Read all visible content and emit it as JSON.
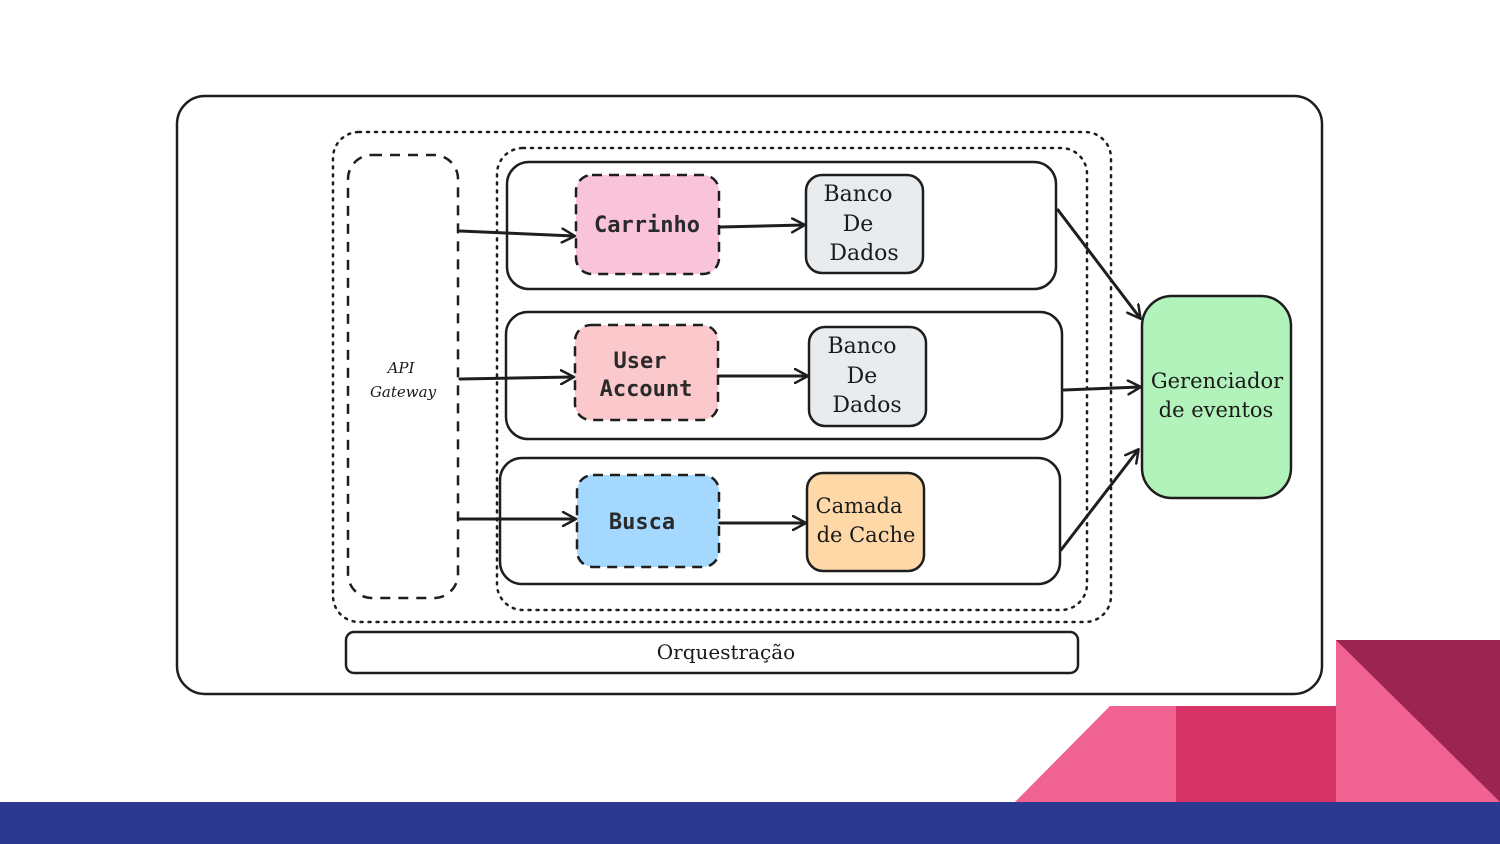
{
  "diagram": {
    "api_gateway": {
      "line1": "API",
      "line2": "Gateway"
    },
    "services": [
      {
        "label": "Carrinho",
        "color": "#f9c4da"
      },
      {
        "line1": "User",
        "line2": "Account",
        "color": "#fbc9cb"
      },
      {
        "label": "Busca",
        "color": "#a5d8ff"
      }
    ],
    "stores": [
      {
        "line1": "Banco",
        "line2": "De",
        "line3": "Dados",
        "color": "#e9ecef"
      },
      {
        "line1": "Banco",
        "line2": "De",
        "line3": "Dados",
        "color": "#e9ecef"
      },
      {
        "line1": "Camada",
        "line2": "de Cache",
        "color": "#ffd8a8"
      }
    ],
    "event_manager": {
      "line1": "Gerenciador",
      "line2": "de eventos",
      "color": "#b2f2bb"
    },
    "orchestration": {
      "label": "Orquestração"
    }
  },
  "decoration": {
    "footer_color": "#2b3990",
    "shape_colors": [
      "#f06292",
      "#d63367",
      "#9b2450"
    ]
  }
}
